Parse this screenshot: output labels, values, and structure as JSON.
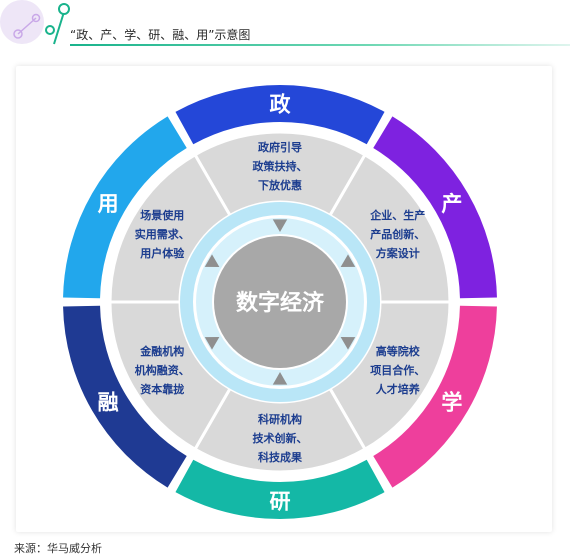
{
  "header": {
    "title": "“政、产、学、研、融、用”示意图",
    "line_color": "#19b38c",
    "logo_icon": "network-nodes-icon"
  },
  "diagram": {
    "center_label": "数字经济",
    "outer_segments": [
      {
        "label": "政",
        "color": "#2447d8"
      },
      {
        "label": "产",
        "color": "#7e22e0"
      },
      {
        "label": "学",
        "color": "#ee3f9c"
      },
      {
        "label": "研",
        "color": "#14b8a6"
      },
      {
        "label": "融",
        "color": "#1f3a93"
      },
      {
        "label": "用",
        "color": "#22a7ec"
      }
    ],
    "inner_segments": [
      {
        "lines": [
          "政府引导",
          "政策扶持、",
          "下放优惠"
        ]
      },
      {
        "lines": [
          "企业、生产",
          "产品创新、",
          "方案设计"
        ]
      },
      {
        "lines": [
          "高等院校",
          "项目合作、",
          "人才培养"
        ]
      },
      {
        "lines": [
          "科研机构",
          "技术创新、",
          "科技成果"
        ]
      },
      {
        "lines": [
          "金融机构",
          "机构融资、",
          "资本靠拢"
        ]
      },
      {
        "lines": [
          "场景使用",
          "实用需求、",
          "用户体验"
        ]
      }
    ],
    "inner_color": "#d9d9d9",
    "ring_color": "#b9e6f7",
    "center_color": "#a8a8a8",
    "text_color": "#1c3d8f"
  },
  "source": "来源：华马威分析"
}
